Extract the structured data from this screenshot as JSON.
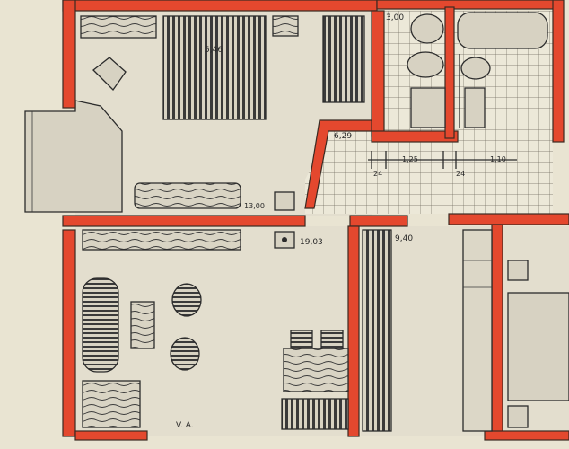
{
  "plan": {
    "rooms": {
      "bedroom_area": "5,46",
      "bathroom_area": "3,00",
      "hall_area": "6,29",
      "kitchen_area": "9,40",
      "living_area": "19,03"
    },
    "dimensions": {
      "d1": "24",
      "d2": "1,25",
      "d3": "24",
      "d4": "1,10",
      "d5": "13,00"
    },
    "signature": "V. A."
  },
  "colors": {
    "wall": "#e4482e",
    "paper": "#e9e4d2",
    "ink": "#2b2b2b"
  }
}
